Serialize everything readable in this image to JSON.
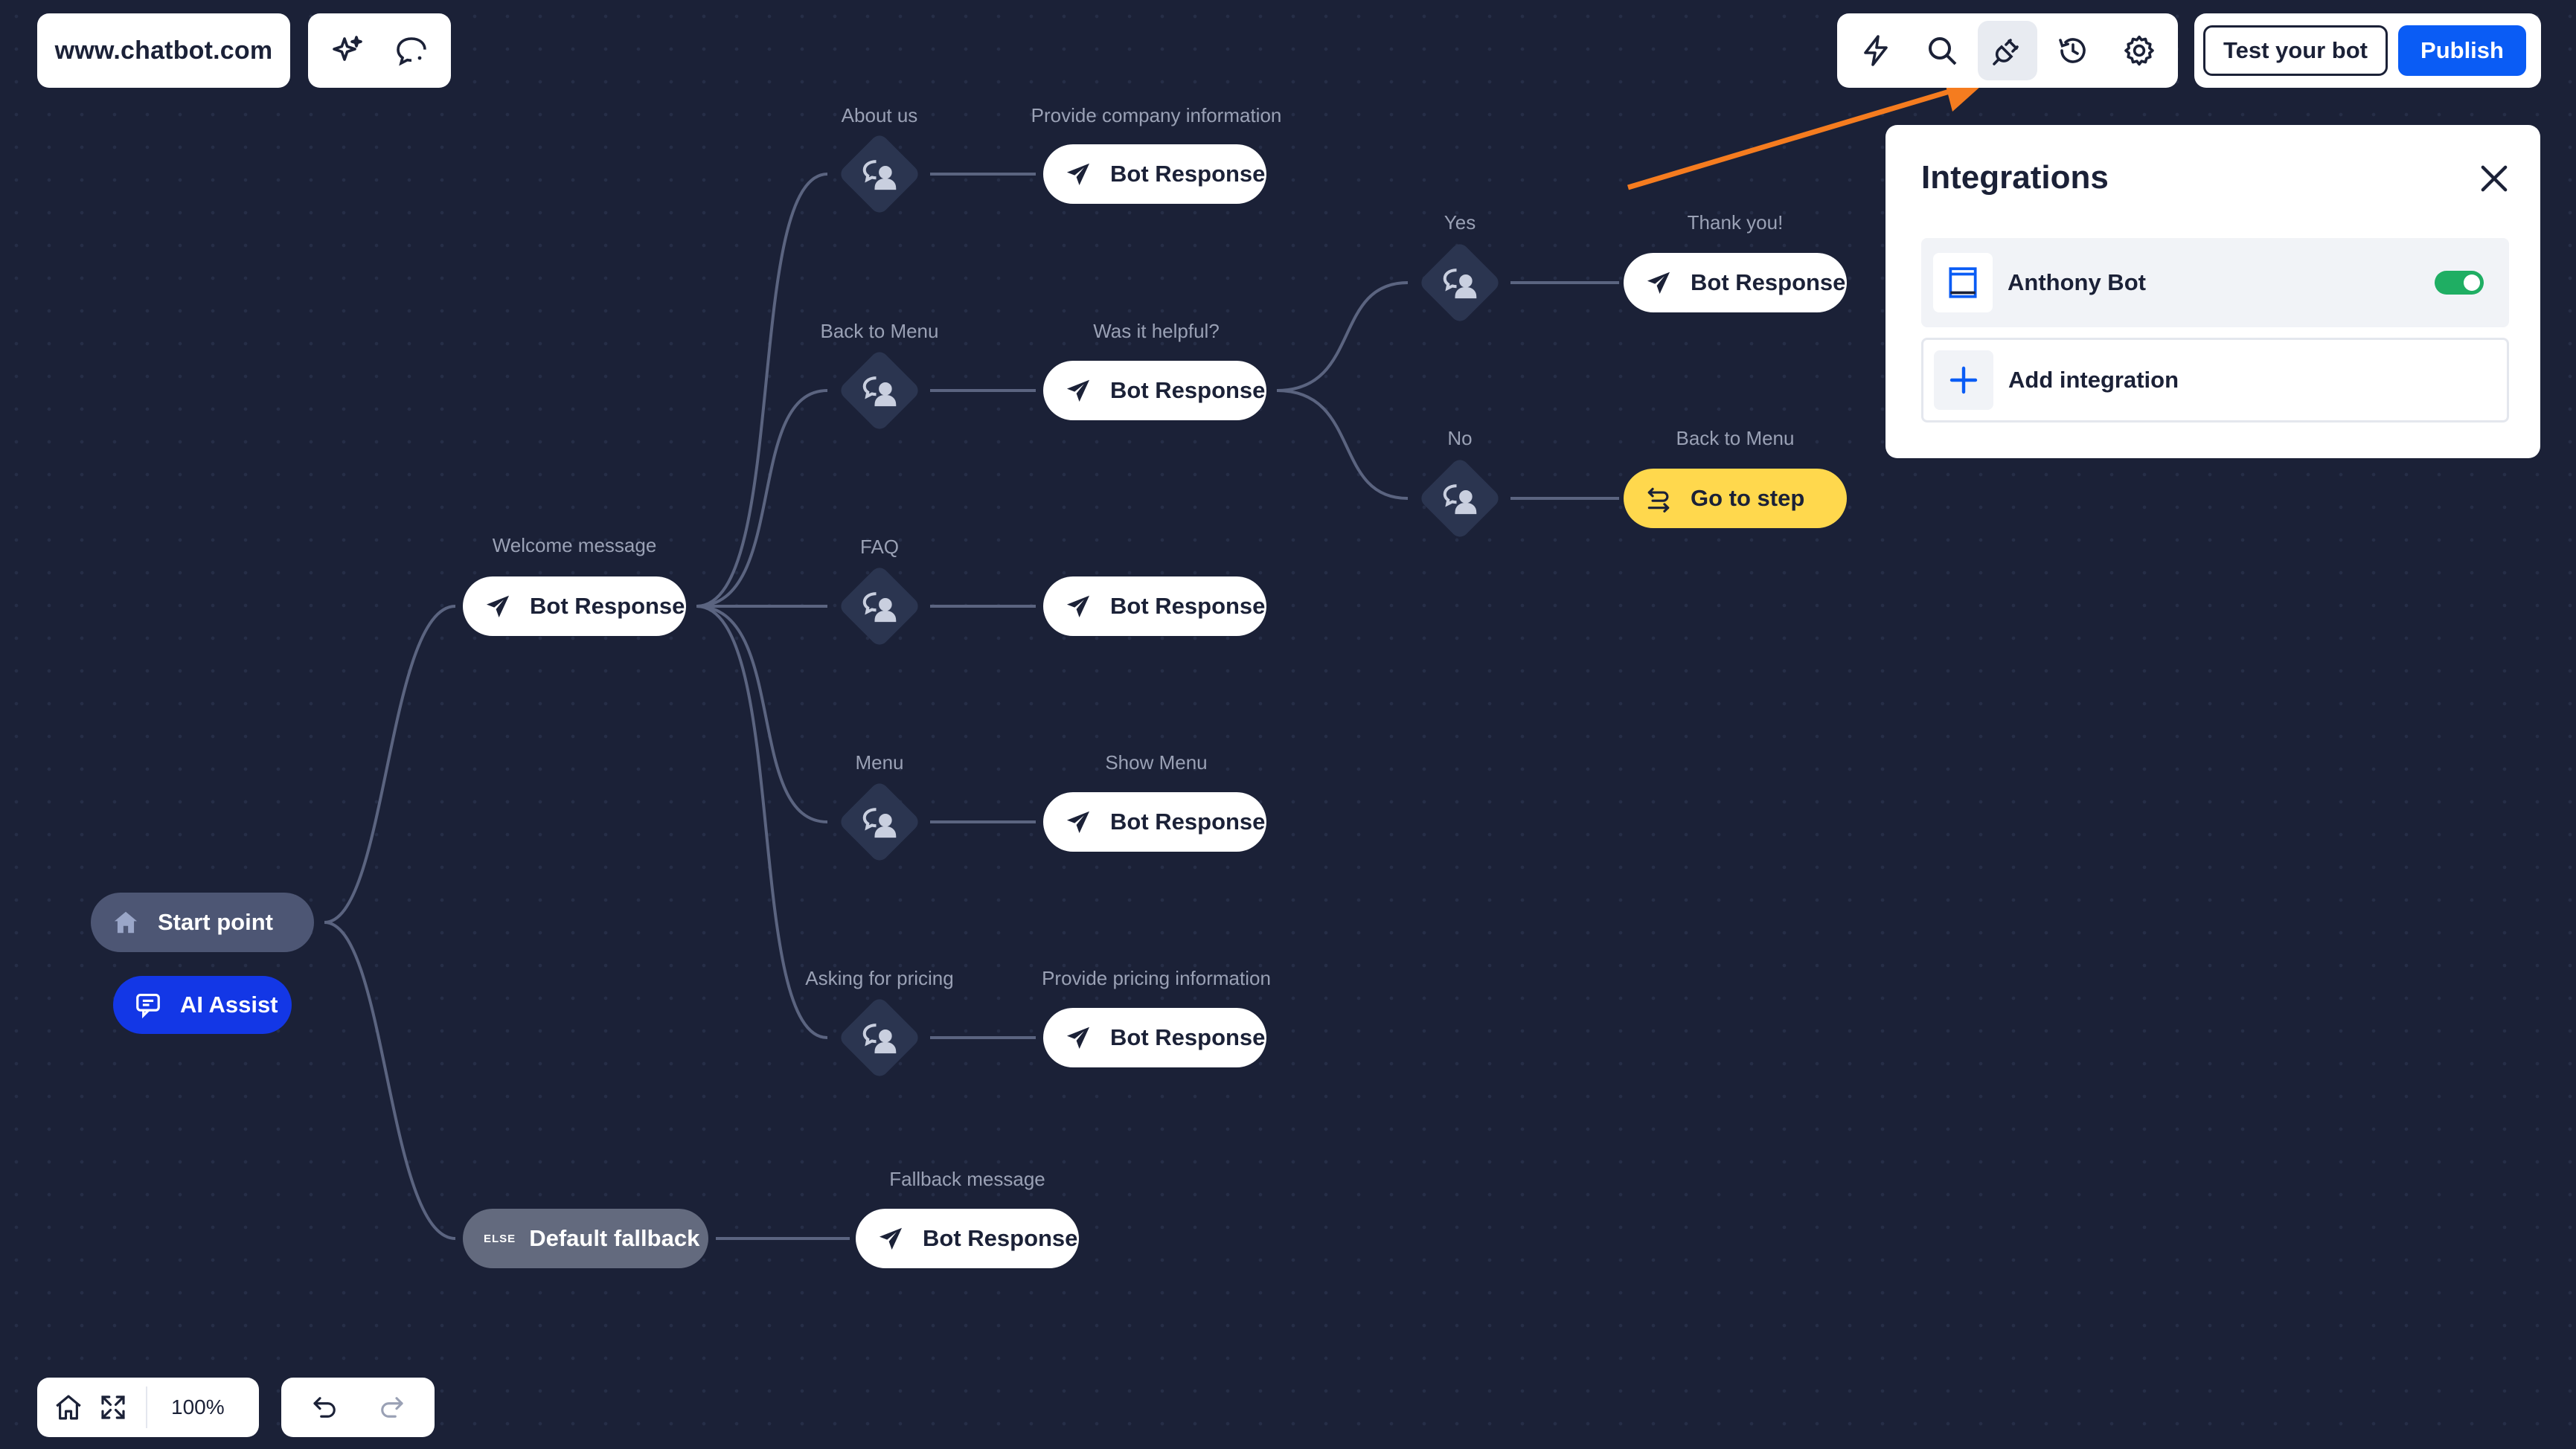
{
  "header": {
    "site_url": "www.chatbot.com",
    "test_label": "Test your bot",
    "publish_label": "Publish"
  },
  "integrations": {
    "title": "Integrations",
    "items": [
      {
        "name": "Anthony Bot",
        "enabled": true
      }
    ],
    "add_label": "Add integration"
  },
  "flow": {
    "start_label": "Start point",
    "ai_assist_label": "AI Assist",
    "welcome": {
      "label": "Welcome message",
      "node": "Bot Response"
    },
    "branches": [
      {
        "trigger": "About us",
        "response_label": "Provide company information",
        "node": "Bot Response"
      },
      {
        "trigger": "Back to Menu",
        "response_label": "Was it helpful?",
        "node": "Bot Response"
      },
      {
        "trigger": "FAQ",
        "response_label": "",
        "node": "Bot Response"
      },
      {
        "trigger": "Menu",
        "response_label": "Show Menu",
        "node": "Bot Response"
      },
      {
        "trigger": "Asking for pricing",
        "response_label": "Provide pricing information",
        "node": "Bot Response"
      }
    ],
    "sub_branches": [
      {
        "trigger": "Yes",
        "response_label": "Thank you!",
        "node": "Bot Response"
      },
      {
        "trigger": "No",
        "response_label": "Back to Menu",
        "node": "Go to step"
      }
    ],
    "fallback": {
      "tag": "ELSE",
      "label": "Default fallback",
      "response_label": "Fallback message",
      "node": "Bot Response"
    }
  },
  "footer": {
    "zoom": "100%"
  },
  "colors": {
    "canvas": "#1b2137",
    "accent": "#0a5cf5",
    "goto": "#ffd84d",
    "annotation_arrow": "#f57c1f",
    "toggle_on": "#1fae63"
  }
}
